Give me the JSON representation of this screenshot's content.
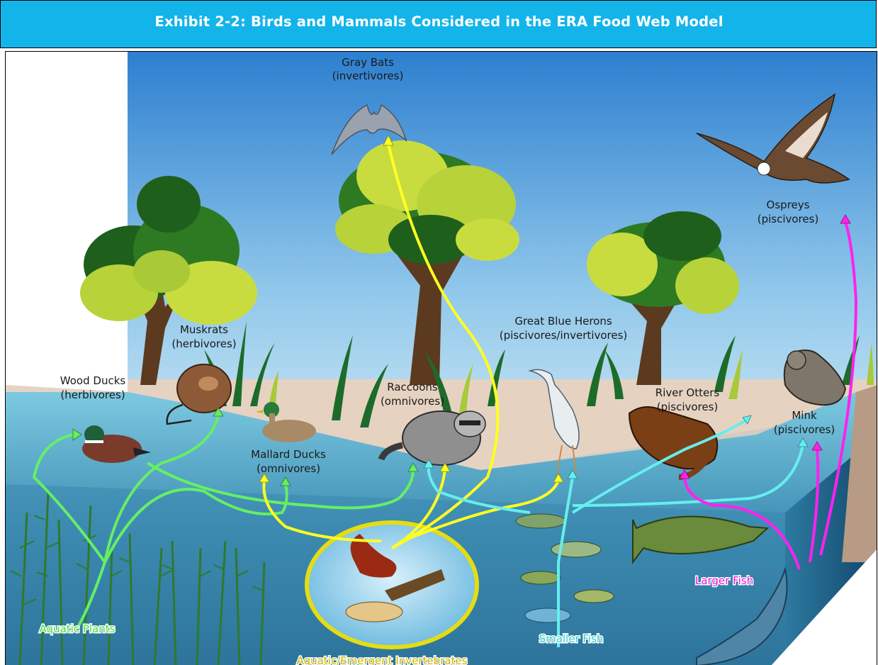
{
  "header": {
    "title": "Exhibit 2-2: Birds and Mammals Considered in the ERA Food Web Model"
  },
  "labels": {
    "gray_bats": [
      "Gray Bats",
      "(invertivores)"
    ],
    "ospreys": [
      "Ospreys",
      "(piscivores)"
    ],
    "muskrats": [
      "Muskrats",
      "(herbivores)"
    ],
    "wood_ducks": [
      "Wood Ducks",
      "(herbivores)"
    ],
    "raccoons": [
      "Raccoons",
      "(omnivores)"
    ],
    "herons": [
      "Great Blue Herons",
      "(piscivores/invertivores)"
    ],
    "river_otters": [
      "River Otters",
      "(piscivores)"
    ],
    "mink": [
      "Mink",
      "(piscivores)"
    ],
    "mallard_ducks": [
      "Mallard Ducks",
      "(omnivores)"
    ],
    "aquatic_plants": "Aquatic Plants",
    "invertebrates": "Aquatic/Emergent Invertebrates",
    "smaller_fish": "Smaller Fish",
    "larger_fish": "Larger Fish"
  },
  "colors": {
    "header_bg": "#13b4ea",
    "sky": "#c8e6f2",
    "ground": "#e8d3c3",
    "water": "#5ab8d6",
    "arrow_plants": "#66ee66",
    "arrow_invertebrates": "#ffff22",
    "arrow_smaller_fish": "#66eeee",
    "arrow_larger_fish": "#ff22ee"
  }
}
